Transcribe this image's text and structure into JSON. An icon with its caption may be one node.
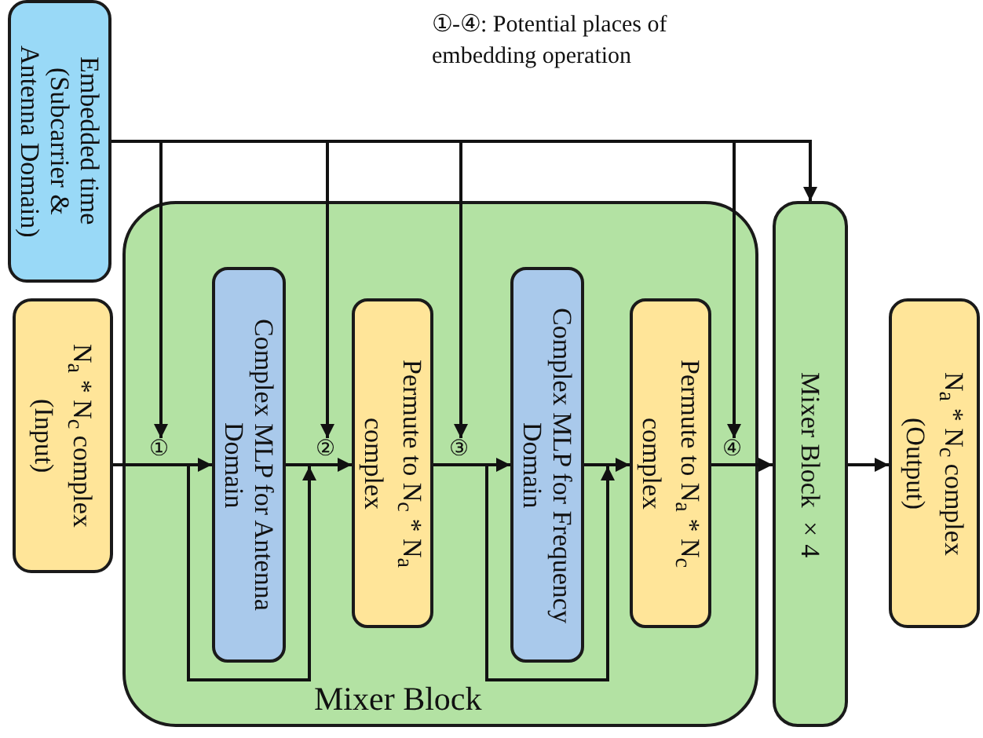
{
  "diagram": {
    "nodes": [
      {
        "text": [
          "Embedded time (Subcarrier & Antenna Domain)"
        ]
      },
      {
        "text": [
          "N$_{a}$ * N$_{c}$ complex (Input)"
        ]
      },
      {
        "text": [
          "Mixer Block"
        ]
      },
      {
        "text": [
          "Complex MLP for Antenna Domain"
        ],
        "in": 2
      },
      {
        "text": [
          "Permute to N$_{c}$ * N$_{a}$ complex"
        ],
        "in": 2
      },
      {
        "text": [
          "Complex MLP for Frequency Domain"
        ],
        "in": 2
      },
      {
        "text": [
          "Permute to N$_{a}$ * N$_{c}$ complex"
        ],
        "in": 2
      },
      {
        "text": [
          "Mixer Block ×4"
        ]
      },
      {
        "text": [
          "N$_{a}$ * N$_{c}$ complex (Output)"
        ]
      },
      {
        "text": [
          "①"
        ],
        "in": 2
      },
      {
        "text": [
          "②"
        ],
        "in": 2
      },
      {
        "text": [
          "③"
        ],
        "in": 2
      },
      {
        "text": [
          "④"
        ],
        "in": 2
      }
    ],
    "edges": [
      {
        "from": 0,
        "to": 9,
        "arrow": "to"
      },
      {
        "from": 0,
        "to": 10,
        "arrow": "to"
      },
      {
        "from": 0,
        "to": 11,
        "arrow": "to"
      },
      {
        "from": 0,
        "to": 12,
        "arrow": "to"
      },
      {
        "from": 0,
        "to": 7,
        "arrow": "to"
      },
      {
        "from": 1,
        "to": 3,
        "arrow": "to"
      },
      {
        "from": 3,
        "to": 4,
        "arrow": "to"
      },
      {
        "from": 4,
        "to": 5,
        "arrow": "to"
      },
      {
        "from": 5,
        "to": 6,
        "arrow": "to"
      },
      {
        "from": 6,
        "to": 7,
        "arrow": "to"
      },
      {
        "from": 7,
        "to": 8,
        "arrow": "to"
      },
      {
        "from": 1,
        "to": 4,
        "arrow": "to"
      },
      {
        "from": 4,
        "to": 6,
        "arrow": "to"
      }
    ],
    "labels": [
      "①-④: Potential places of embedding operation"
    ]
  }
}
